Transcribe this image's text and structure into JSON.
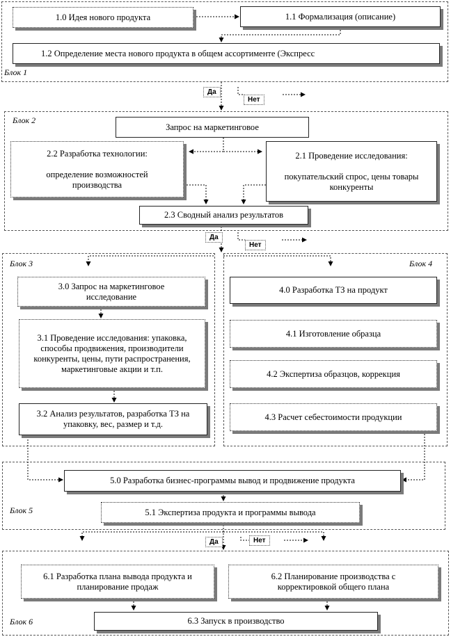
{
  "blocks": {
    "b1": "Блок 1",
    "b2": "Блок 2",
    "b3": "Блок 3",
    "b4": "Блок 4",
    "b5": "Блок 5",
    "b6": "Блок 6"
  },
  "decisions": {
    "yes": "Да",
    "no": "Нет"
  },
  "nodes": {
    "n10": "1.0  Идея  нового продукта",
    "n11": "1.1  Формализация (описание)",
    "n12": "1.2       Определение места нового продукта в общем ассортименте (Экспресс",
    "n20": "Запрос на маркетинговое",
    "n22_title": "2.2 Разработка технологии:",
    "n22_body": "определение  возможностей производства",
    "n21_title": "2.1 Проведение исследования:",
    "n21_body": "покупательский спрос, цены товары  конкуренты",
    "n23": "2.3  Сводный анализ результатов",
    "n30": "3.0 Запрос на маркетинговое исследование",
    "n31": "3.1 Проведение исследования: упаковка, способы  продвижения, производители  конкуренты, цены, пути распространения, маркетинговые акции и т.п.",
    "n32": "3.2  Анализ результатов, разработка ТЗ на упаковку, вес, размер и т.д.",
    "n40": "4.0  Разработка ТЗ на продукт",
    "n41": "4.1 Изготовление образца",
    "n42": "4.2  Экспертиза образцов, коррекция",
    "n43": "4.3 Расчет себестоимости продукции",
    "n50": "5.0  Разработка бизнес-программы  вывод и продвижение продукта",
    "n51": "5.1 Экспертиза продукта  и программы  вывода",
    "n61": "6.1 Разработка плана вывода продукта  и планирование продаж",
    "n62": "6.2  Планирование производства с корректировкой общего плана",
    "n63": "6.3  Запуск в производство"
  }
}
